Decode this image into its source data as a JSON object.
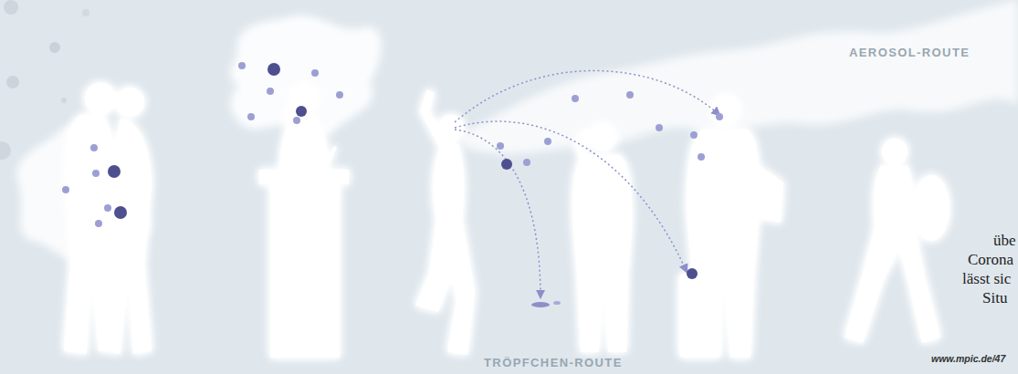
{
  "diagram": {
    "labels": [
      "AEROSOL-ROUTE",
      "TRÖPFCHEN-ROUTE",
      "übe",
      "Corona",
      "lässt sic",
      "Situ",
      "www.mpic.de/47"
    ]
  }
}
